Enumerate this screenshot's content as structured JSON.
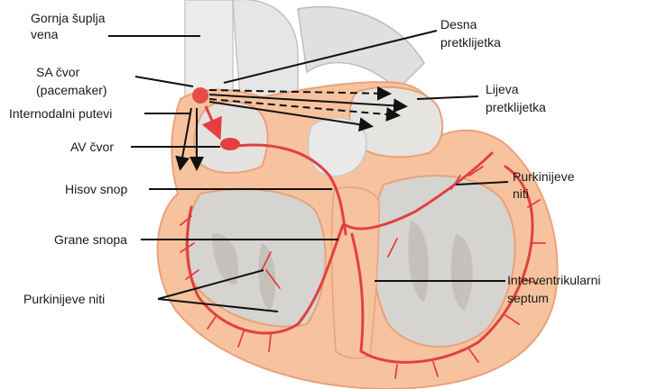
{
  "labels": {
    "gornja_1": "Gornja šuplja",
    "gornja_2": "vena",
    "sa_1": "SA čvor",
    "sa_2": "(pacemaker)",
    "internodalni": "Internodalni putevi",
    "av": "AV čvor",
    "hisov": "Hisov snop",
    "grane": "Grane snopa",
    "purkinje_left": "Purkinijeve niti",
    "desna_1": "Desna",
    "desna_2": "pretklijetka",
    "lijeva_1": "Lijeva",
    "lijeva_2": "pretklijetka",
    "purkinje_right_1": "Purkinijeve",
    "purkinje_right_2": "niti",
    "septum_1": "Interventrikularni",
    "septum_2": "septum"
  },
  "colors": {
    "conduction": "#e2403f",
    "wall": "#f7c39e",
    "wall_edge": "#e8a27c",
    "chamber": "#d6d4d0",
    "vessel": "#ececec",
    "leader": "#111111"
  }
}
